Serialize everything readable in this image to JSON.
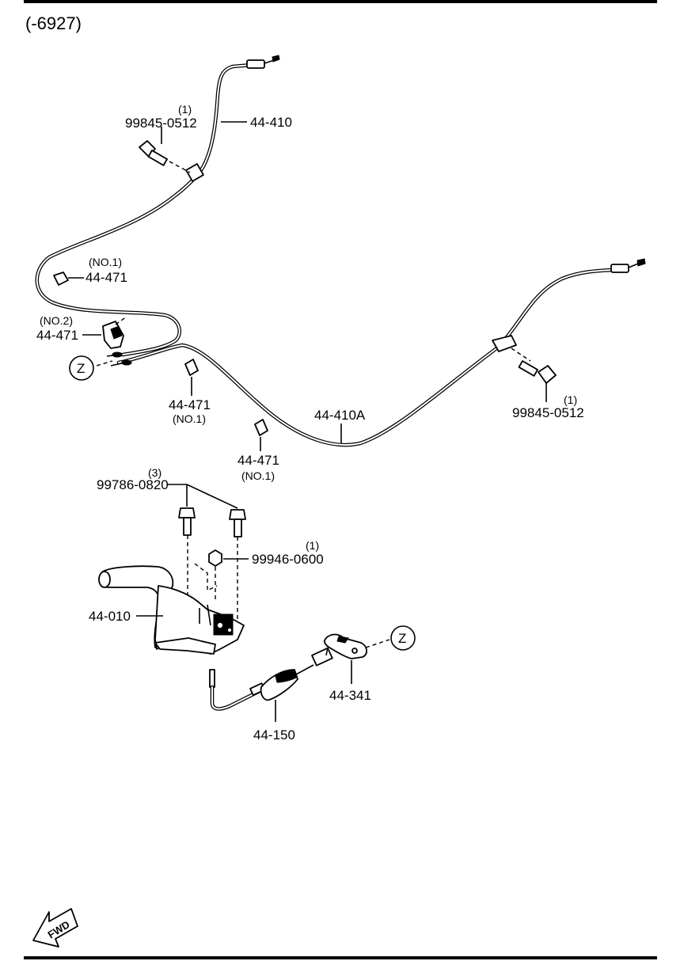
{
  "header": {
    "range": "(-6927)"
  },
  "parts": {
    "cable_front": {
      "number": "44-410"
    },
    "cable_rear": {
      "number": "44-410A"
    },
    "bolt_upper": {
      "number": "99845-0512",
      "qty": "(1)"
    },
    "bolt_right": {
      "number": "99845-0512",
      "qty": "(1)"
    },
    "clip_a": {
      "number": "44-471",
      "note": "(NO.1)"
    },
    "clip_b": {
      "number": "44-471",
      "note": "(NO.2)"
    },
    "clip_c": {
      "number": "44-471",
      "note": "(NO.1)"
    },
    "clip_d": {
      "number": "44-471",
      "note": "(NO.1)"
    },
    "bolts_lever": {
      "number": "99786-0820",
      "qty": "(3)"
    },
    "nut": {
      "number": "99946-0600",
      "qty": "(1)"
    },
    "lever": {
      "number": "44-010"
    },
    "equalizer_cable": {
      "number": "44-150"
    },
    "equalizer": {
      "number": "44-341"
    }
  },
  "refs": {
    "z_left": "Z",
    "z_right": "Z"
  },
  "fwd_arrow": {
    "label": "FWD"
  }
}
